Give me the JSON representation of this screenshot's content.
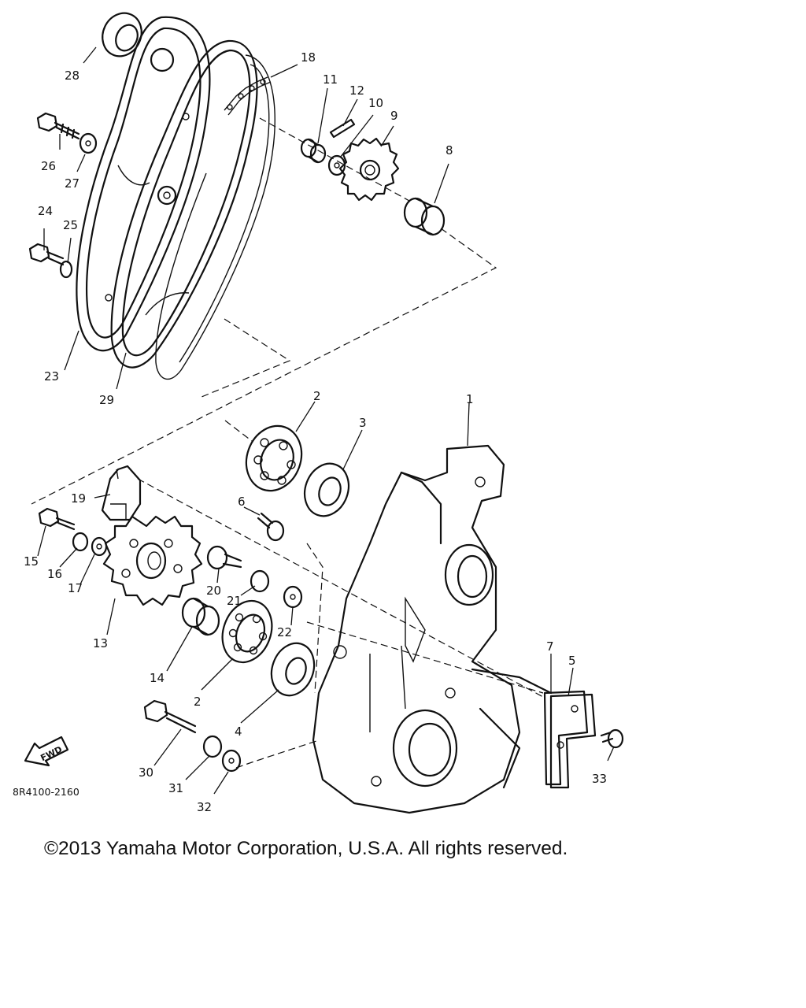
{
  "diagram": {
    "drawing_code": "8R4100-2160",
    "direction_marker": "FWD",
    "part_callouts": [
      "1",
      "2",
      "2",
      "3",
      "4",
      "5",
      "6",
      "7",
      "8",
      "9",
      "10",
      "11",
      "12",
      "13",
      "14",
      "15",
      "16",
      "17",
      "18",
      "19",
      "20",
      "21",
      "22",
      "23",
      "24",
      "25",
      "26",
      "27",
      "28",
      "29",
      "30",
      "31",
      "32",
      "33"
    ]
  },
  "footer": {
    "copyright": "©2013 Yamaha Motor Corporation, U.S.A. All rights reserved."
  }
}
